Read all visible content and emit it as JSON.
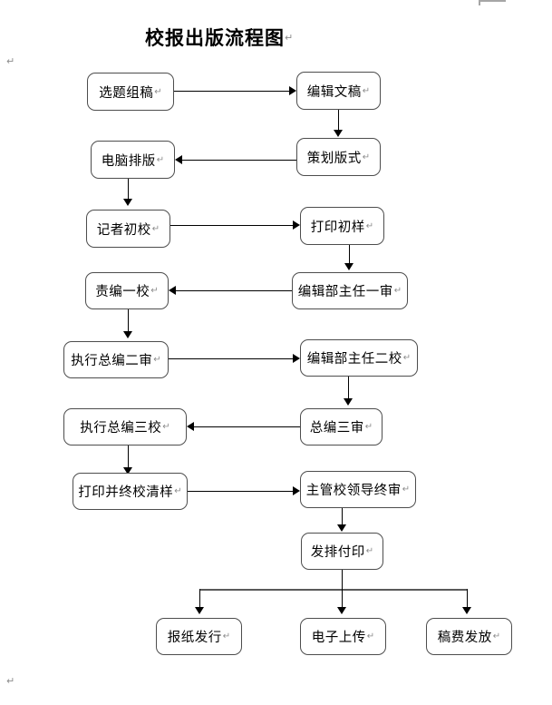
{
  "document": {
    "title": "校报出版流程图",
    "pilcrow": "↵",
    "margin_pilcrows": [
      "↵",
      "↵"
    ]
  },
  "flowchart": {
    "type": "flowchart",
    "orientation": "serpentine-vertical",
    "nodes": [
      {
        "id": "n1",
        "label": "选题组稿",
        "col": "left",
        "row": 1
      },
      {
        "id": "n2",
        "label": "编辑文稿",
        "col": "right",
        "row": 1
      },
      {
        "id": "n3",
        "label": "策划版式",
        "col": "right",
        "row": 2
      },
      {
        "id": "n4",
        "label": "电脑排版",
        "col": "left",
        "row": 2
      },
      {
        "id": "n5",
        "label": "记者初校",
        "col": "left",
        "row": 3
      },
      {
        "id": "n6",
        "label": "打印初样",
        "col": "right",
        "row": 3
      },
      {
        "id": "n7",
        "label": "编辑部主任一审",
        "col": "right",
        "row": 4
      },
      {
        "id": "n8",
        "label": "责编一校",
        "col": "left",
        "row": 4
      },
      {
        "id": "n9",
        "label": "执行总编二审",
        "col": "left",
        "row": 5
      },
      {
        "id": "n10",
        "label": "编辑部主任二校",
        "col": "right",
        "row": 5
      },
      {
        "id": "n11",
        "label": "总编三审",
        "col": "right",
        "row": 6
      },
      {
        "id": "n12",
        "label": "执行总编三校",
        "col": "left",
        "row": 6
      },
      {
        "id": "n13",
        "label": "打印并终校清样",
        "col": "left",
        "row": 7
      },
      {
        "id": "n14",
        "label": "主管校领导终审",
        "col": "right",
        "row": 7
      },
      {
        "id": "n15",
        "label": "发排付印",
        "col": "right",
        "row": 8
      },
      {
        "id": "n16",
        "label": "报纸发行",
        "col": "fork",
        "row": 9
      },
      {
        "id": "n17",
        "label": "电子上传",
        "col": "fork",
        "row": 9
      },
      {
        "id": "n18",
        "label": "稿费发放",
        "col": "fork",
        "row": 9
      }
    ],
    "edges": [
      {
        "from": "选题组稿",
        "to": "编辑文稿",
        "direction": "right"
      },
      {
        "from": "编辑文稿",
        "to": "策划版式",
        "direction": "down"
      },
      {
        "from": "策划版式",
        "to": "电脑排版",
        "direction": "left"
      },
      {
        "from": "电脑排版",
        "to": "记者初校",
        "direction": "down"
      },
      {
        "from": "记者初校",
        "to": "打印初样",
        "direction": "right"
      },
      {
        "from": "打印初样",
        "to": "编辑部主任一审",
        "direction": "down"
      },
      {
        "from": "编辑部主任一审",
        "to": "责编一校",
        "direction": "left"
      },
      {
        "from": "责编一校",
        "to": "执行总编二审",
        "direction": "down"
      },
      {
        "from": "执行总编二审",
        "to": "编辑部主任二校",
        "direction": "right"
      },
      {
        "from": "编辑部主任二校",
        "to": "总编三审",
        "direction": "down"
      },
      {
        "from": "总编三审",
        "to": "执行总编三校",
        "direction": "left"
      },
      {
        "from": "执行总编三校",
        "to": "打印并终校清样",
        "direction": "down"
      },
      {
        "from": "打印并终校清样",
        "to": "主管校领导终审",
        "direction": "right"
      },
      {
        "from": "主管校领导终审",
        "to": "发排付印",
        "direction": "down"
      },
      {
        "from": "发排付印",
        "to": "报纸发行",
        "direction": "fork-down"
      },
      {
        "from": "发排付印",
        "to": "电子上传",
        "direction": "fork-down"
      },
      {
        "from": "发排付印",
        "to": "稿费发放",
        "direction": "fork-down"
      }
    ]
  },
  "colors": {
    "box_border": "#4d4d4d",
    "connector": "#000000",
    "fork_bar": "#595959",
    "pilcrow": "#8c8c8c",
    "marker": "#a6a6a6",
    "background": "#ffffff",
    "text": "#000000"
  }
}
